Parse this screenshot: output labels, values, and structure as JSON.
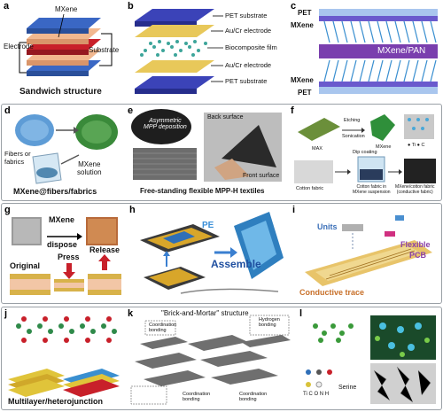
{
  "panels": {
    "a": {
      "letter": "a",
      "mxene": "MXene",
      "electrode": "Electrode",
      "substrate": "Substrate",
      "caption": "Sandwich structure"
    },
    "b": {
      "letter": "b",
      "pet_top": "PET substrate",
      "elec_top": "Au/Cr electrode",
      "film": "Biocomposite film",
      "elec_bottom": "Au/Cr electrode",
      "pet_bottom": "PET substrate"
    },
    "c": {
      "letter": "c",
      "pet_top": "PET",
      "mxene_top": "MXene",
      "center": "MXene/PAN",
      "mxene_bottom": "MXene",
      "pet_bottom": "PET"
    },
    "d": {
      "letter": "d",
      "fibers": "Fibers or\nfabrics",
      "solution": "MXene\nsolution",
      "caption": "MXene@fibers/fabrics"
    },
    "e": {
      "letter": "e",
      "disc": "Asymmetric\nMPP deposition",
      "back": "Back surface",
      "front": "Front surface",
      "caption": "Free-standing flexible MPP-H textiles"
    },
    "f": {
      "letter": "f",
      "etching": "Etching",
      "sonication": "Sonication",
      "max": "MAX",
      "mxene": "MXene",
      "legend": "● Ti  ● C",
      "cotton": "Cotton fabric",
      "dip": "Dip coating",
      "cotton_in": "Cotton fabric in\nMXene suspension",
      "mxene_cotton": "MXene/cotton fabric\n(conductive fabric)"
    },
    "g": {
      "letter": "g",
      "mxene": "MXene",
      "dispose": "dispose",
      "original": "Original",
      "press": "Press",
      "release": "Release"
    },
    "h": {
      "letter": "h",
      "pe": "PE",
      "assemble": "Assemble"
    },
    "i": {
      "letter": "i",
      "units": "Units",
      "flexible": "Flexible",
      "pcb": "PCB",
      "trace": "Conductive trace"
    },
    "j": {
      "letter": "j",
      "caption": "Multilayer/heterojunction"
    },
    "k": {
      "letter": "k",
      "title": "\"Brick-and-Mortar\" structure",
      "coord1": "Coordination\nbonding",
      "hydrogen": "Hydrogen\nbonding",
      "coord2": "Coordination\nbonding",
      "coord3": "Coordination\nbonding"
    },
    "l": {
      "letter": "l",
      "serine": "Serine",
      "legend": "Ti  C  O  N  H"
    }
  },
  "colors": {
    "mxene_blue": "#2f4fb5",
    "pet_blue": "#8fb0e8",
    "red_layer": "#c8202a",
    "gold": "#d8b24a",
    "purple": "#6a3fa0"
  }
}
